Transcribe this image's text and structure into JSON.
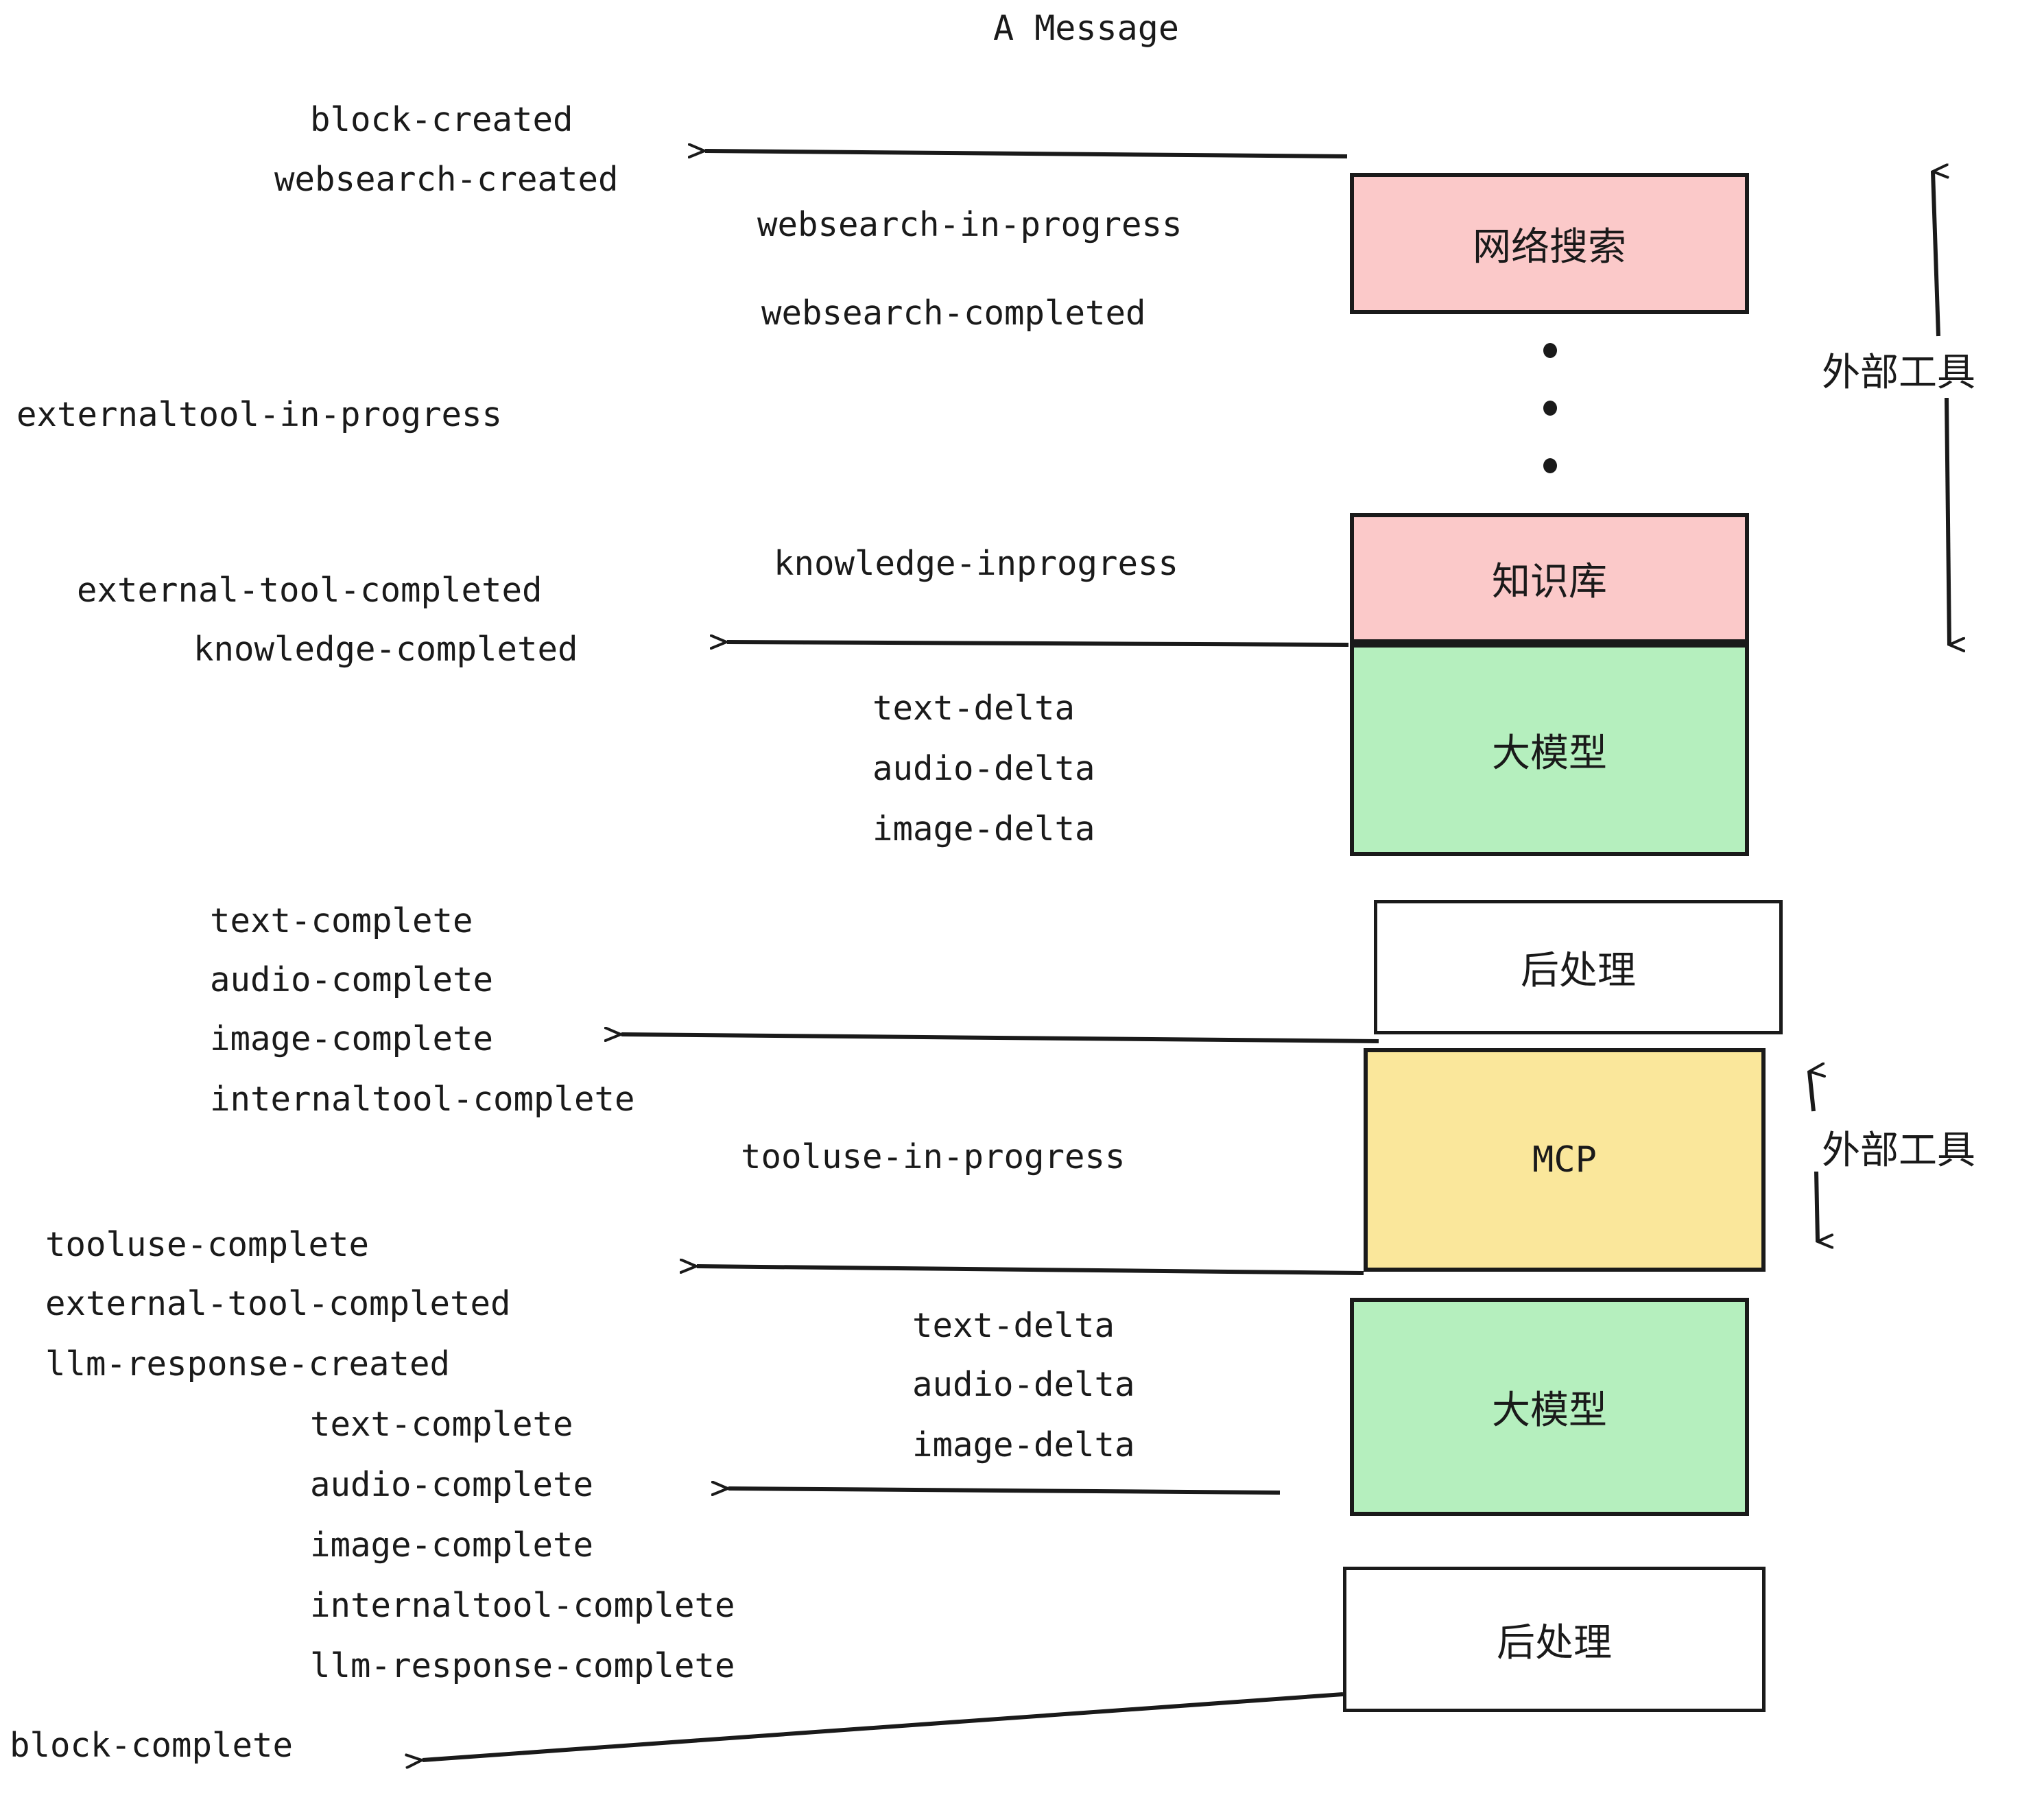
{
  "diagram": {
    "title": "A Message",
    "colors": {
      "pink": "#FBC9C9",
      "green": "#B5EFBE",
      "yellow": "#FAE79B",
      "white": "#FFFFFF",
      "stroke": "#1A1A1A"
    },
    "nodes": [
      {
        "id": "websearch",
        "label": "网络搜索",
        "fill": "pink"
      },
      {
        "id": "knowledge",
        "label": "知识库",
        "fill": "pink"
      },
      {
        "id": "llm-1",
        "label": "大模型",
        "fill": "green"
      },
      {
        "id": "postproc-1",
        "label": "后处理",
        "fill": "white"
      },
      {
        "id": "mcp",
        "label": "MCP",
        "fill": "yellow"
      },
      {
        "id": "llm-2",
        "label": "大模型",
        "fill": "green"
      },
      {
        "id": "postproc-2",
        "label": "后处理",
        "fill": "white"
      }
    ],
    "side_labels": [
      {
        "id": "external-tools-top",
        "text": "外部工具"
      },
      {
        "id": "external-tools-bottom",
        "text": "外部工具"
      }
    ],
    "events": [
      {
        "id": "block-created",
        "text": "block-created"
      },
      {
        "id": "websearch-created",
        "text": "websearch-created"
      },
      {
        "id": "websearch-in-progress",
        "text": "websearch-in-progress"
      },
      {
        "id": "websearch-completed",
        "text": "websearch-completed"
      },
      {
        "id": "externaltool-in-progress",
        "text": "externaltool-in-progress"
      },
      {
        "id": "knowledge-inprogress",
        "text": "knowledge-inprogress"
      },
      {
        "id": "external-tool-completed-1",
        "text": "external-tool-completed"
      },
      {
        "id": "knowledge-completed",
        "text": "knowledge-completed"
      },
      {
        "id": "text-delta-1",
        "text": "text-delta"
      },
      {
        "id": "audio-delta-1",
        "text": "audio-delta"
      },
      {
        "id": "image-delta-1",
        "text": "image-delta"
      },
      {
        "id": "text-complete-1",
        "text": "text-complete"
      },
      {
        "id": "audio-complete-1",
        "text": "audio-complete"
      },
      {
        "id": "image-complete-1",
        "text": "image-complete"
      },
      {
        "id": "internaltool-complete-1",
        "text": "internaltool-complete"
      },
      {
        "id": "tooluse-in-progress",
        "text": "tooluse-in-progress"
      },
      {
        "id": "tooluse-complete",
        "text": "tooluse-complete"
      },
      {
        "id": "external-tool-completed-2",
        "text": "external-tool-completed"
      },
      {
        "id": "llm-response-created",
        "text": "llm-response-created"
      },
      {
        "id": "text-delta-2",
        "text": "text-delta"
      },
      {
        "id": "audio-delta-2",
        "text": "audio-delta"
      },
      {
        "id": "image-delta-2",
        "text": "image-delta"
      },
      {
        "id": "text-complete-2",
        "text": "text-complete"
      },
      {
        "id": "audio-complete-2",
        "text": "audio-complete"
      },
      {
        "id": "image-complete-2",
        "text": "image-complete"
      },
      {
        "id": "internaltool-complete-2",
        "text": "internaltool-complete"
      },
      {
        "id": "llm-response-complete",
        "text": "llm-response-complete"
      },
      {
        "id": "block-complete",
        "text": "block-complete"
      }
    ]
  }
}
